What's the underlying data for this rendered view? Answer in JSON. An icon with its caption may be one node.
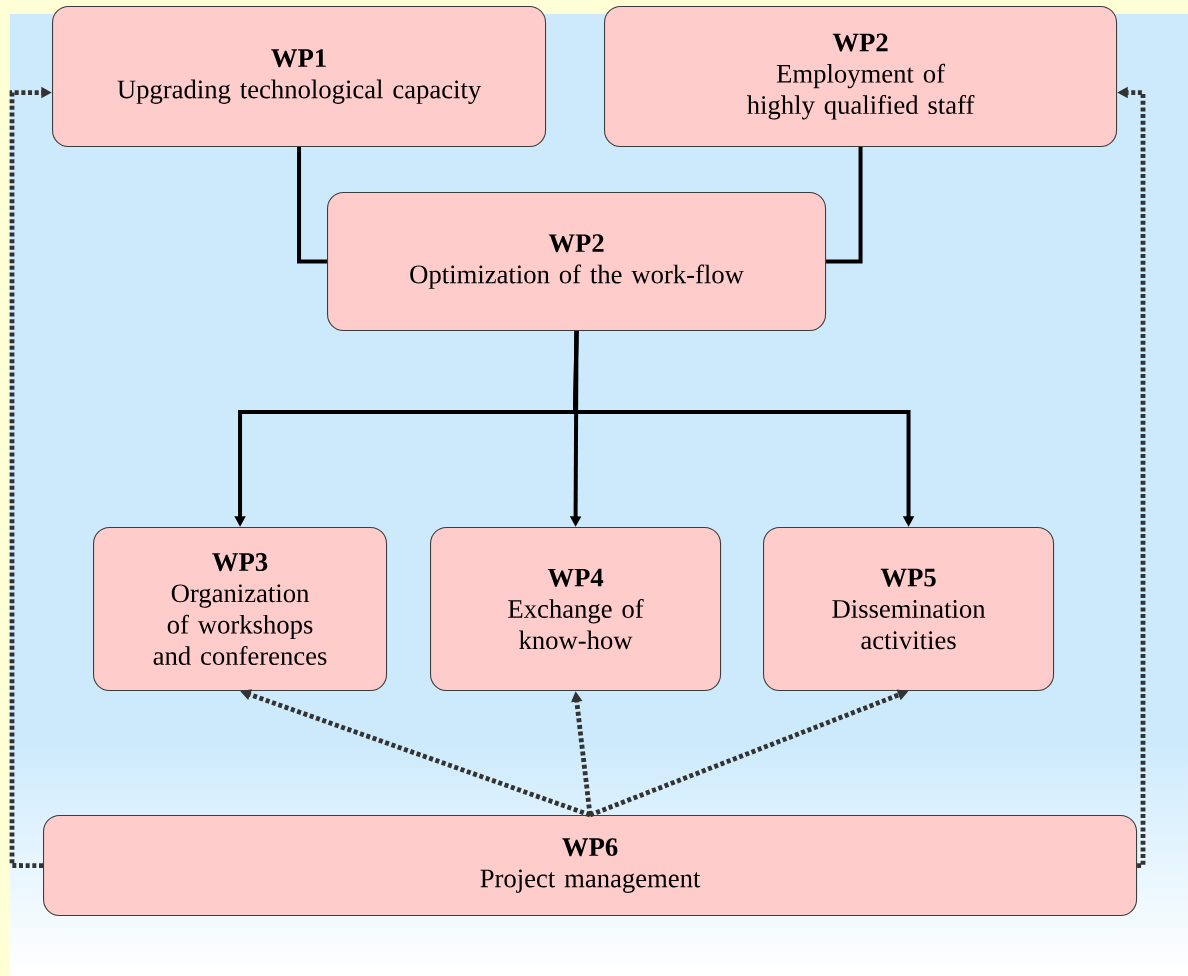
{
  "diagram": {
    "nodes": [
      {
        "text": [
          "WP1",
          "Upgrading technological capacity"
        ]
      },
      {
        "text": [
          "WP2",
          "Employment of highly qualified staff"
        ]
      },
      {
        "text": [
          "WP2",
          "Optimization of the work-flow"
        ]
      },
      {
        "text": [
          "WP3",
          "Organization of workshops and conferences"
        ]
      },
      {
        "text": [
          "WP4",
          "Exchange of know-how"
        ]
      },
      {
        "text": [
          "WP5",
          "Dissemination activities"
        ]
      },
      {
        "text": [
          "WP6",
          "Project management"
        ]
      }
    ],
    "edges": [
      {
        "from": 0,
        "to": 2,
        "arrow": "none"
      },
      {
        "from": 1,
        "to": 2,
        "arrow": "none"
      },
      {
        "from": 2,
        "to": 3,
        "arrow": "to"
      },
      {
        "from": 2,
        "to": 4,
        "arrow": "to"
      },
      {
        "from": 2,
        "to": 5,
        "arrow": "to"
      },
      {
        "from": 6,
        "to": 3,
        "arrow": "to",
        "style": "dashed",
        "color": "#333333"
      },
      {
        "from": 6,
        "to": 4,
        "arrow": "to",
        "style": "dashed",
        "color": "#333333"
      },
      {
        "from": 6,
        "to": 5,
        "arrow": "to",
        "style": "dashed",
        "color": "#333333"
      },
      {
        "from": 6,
        "to": 0,
        "arrow": "to",
        "style": "dashed",
        "color": "#333333"
      },
      {
        "from": 6,
        "to": 1,
        "arrow": "to",
        "style": "dashed",
        "color": "#333333"
      }
    ]
  }
}
